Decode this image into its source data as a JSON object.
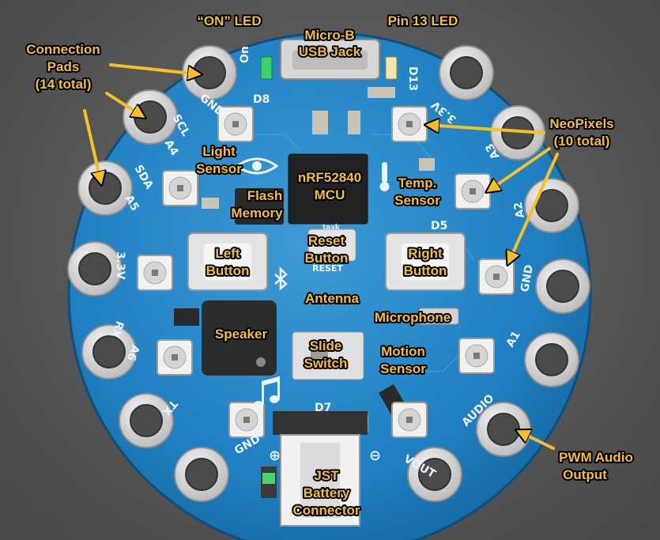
{
  "labels": {
    "on_led": "“ON” LED",
    "usb_1": "Micro-B",
    "usb_2": "USB Jack",
    "pin13": "Pin 13 LED",
    "pads_1": "Connection",
    "pads_2": "Pads",
    "pads_3": "(14 total)",
    "neo_1": "NeoPixels",
    "neo_2": "(10 total)",
    "light_1": "Light",
    "light_2": "Sensor",
    "flash_1": "Flash",
    "flash_2": "Memory",
    "mcu_1": "nRF52840",
    "mcu_2": "MCU",
    "temp_1": "Temp.",
    "temp_2": "Sensor",
    "reset_1": "Reset",
    "reset_2": "Button",
    "left_1": "Left",
    "left_2": "Button",
    "right_1": "Right",
    "right_2": "Button",
    "antenna": "Antenna",
    "speaker": "Speaker",
    "microphone": "Microphone",
    "slide_1": "Slide",
    "slide_2": "Switch",
    "motion_1": "Motion",
    "motion_2": "Sensor",
    "pwm_1": "PWM Audio",
    "pwm_2": "Output",
    "jst_1": "JST",
    "jst_2": "Battery",
    "jst_3": "Connector"
  },
  "silkscreen": {
    "on": "On",
    "d13": "D13",
    "scl": "SCL",
    "a4": "A4",
    "sda": "SDA",
    "a5": "A5",
    "v33_left": "3.3V",
    "rx": "RX",
    "a6": "A6",
    "tx": "TX",
    "gnd_bottom": "GND",
    "vout": "VOUT",
    "audio": "AUDIO",
    "a1": "A1",
    "gnd_right": "GND",
    "a2": "A2",
    "a3": "A3",
    "v33_top": "3.3V",
    "gnd_top": "GND",
    "d8": "D8",
    "d5": "D5",
    "d7": "D7",
    "reset": "RESET",
    "task": "task"
  },
  "colors": {
    "board": "#1f7fc2",
    "pad": "#d9d9d9",
    "label": "#f5c026",
    "arrow": "#f5c026"
  }
}
